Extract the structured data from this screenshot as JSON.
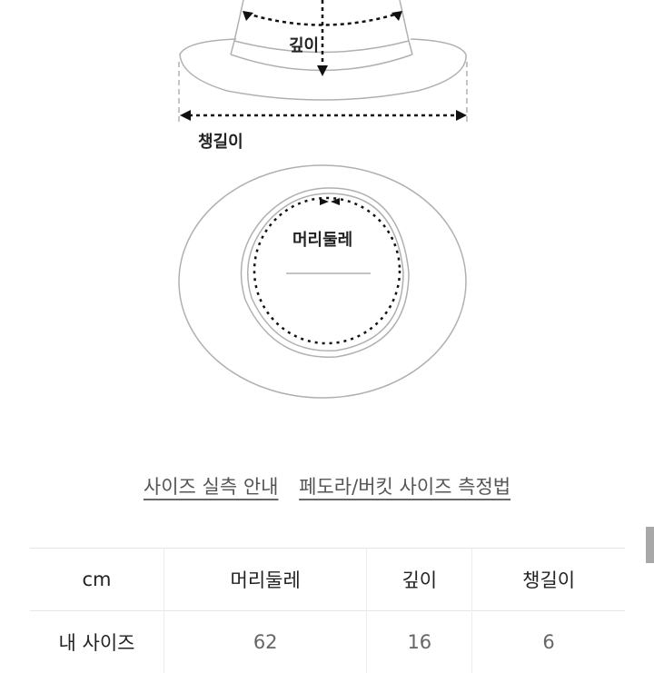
{
  "diagram": {
    "labels": {
      "depth": "깊이",
      "brim": "챙길이",
      "head_circumference": "머리둘레"
    }
  },
  "links": [
    {
      "label": "사이즈 실측 안내"
    },
    {
      "label": "페도라/버킷 사이즈 측정법"
    }
  ],
  "size_table": {
    "headers": [
      "cm",
      "머리둘레",
      "깊이",
      "챙길이"
    ],
    "rows": [
      {
        "label": "내 사이즈",
        "values": [
          "62",
          "16",
          "6"
        ]
      }
    ]
  },
  "colors": {
    "line": "#b0b0b0",
    "arrow": "#111111",
    "link": "#555555"
  }
}
